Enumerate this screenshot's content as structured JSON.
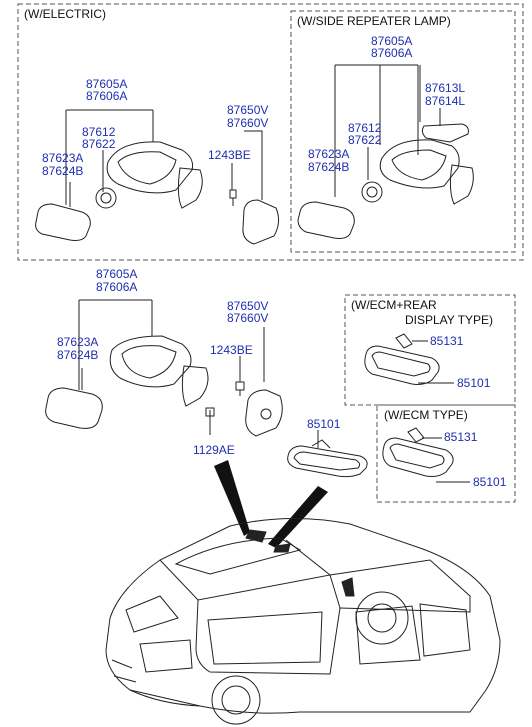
{
  "sections": {
    "electric": {
      "title": "(W/ELECTRIC)"
    },
    "side_repeater": {
      "title": "(W/SIDE REPEATER LAMP)"
    },
    "ecm_rear": {
      "title_line1": "(W/ECM+REAR",
      "title_line2": "DISPLAY TYPE)"
    },
    "ecm": {
      "title": "(W/ECM TYPE)"
    }
  },
  "parts": {
    "p87605A": "87605A",
    "p87606A": "87606A",
    "p87612": "87612",
    "p87622": "87622",
    "p87623A": "87623A",
    "p87624B": "87624B",
    "p87650V": "87650V",
    "p87660V": "87660V",
    "p1243BE": "1243BE",
    "p87613L": "87613L",
    "p87614L": "87614L",
    "p1129AE": "1129AE",
    "p85101": "85101",
    "p85131": "85131"
  },
  "colors": {
    "label_blue": "#1f2fb0",
    "line": "#222222",
    "frame_dash": "#555555"
  }
}
